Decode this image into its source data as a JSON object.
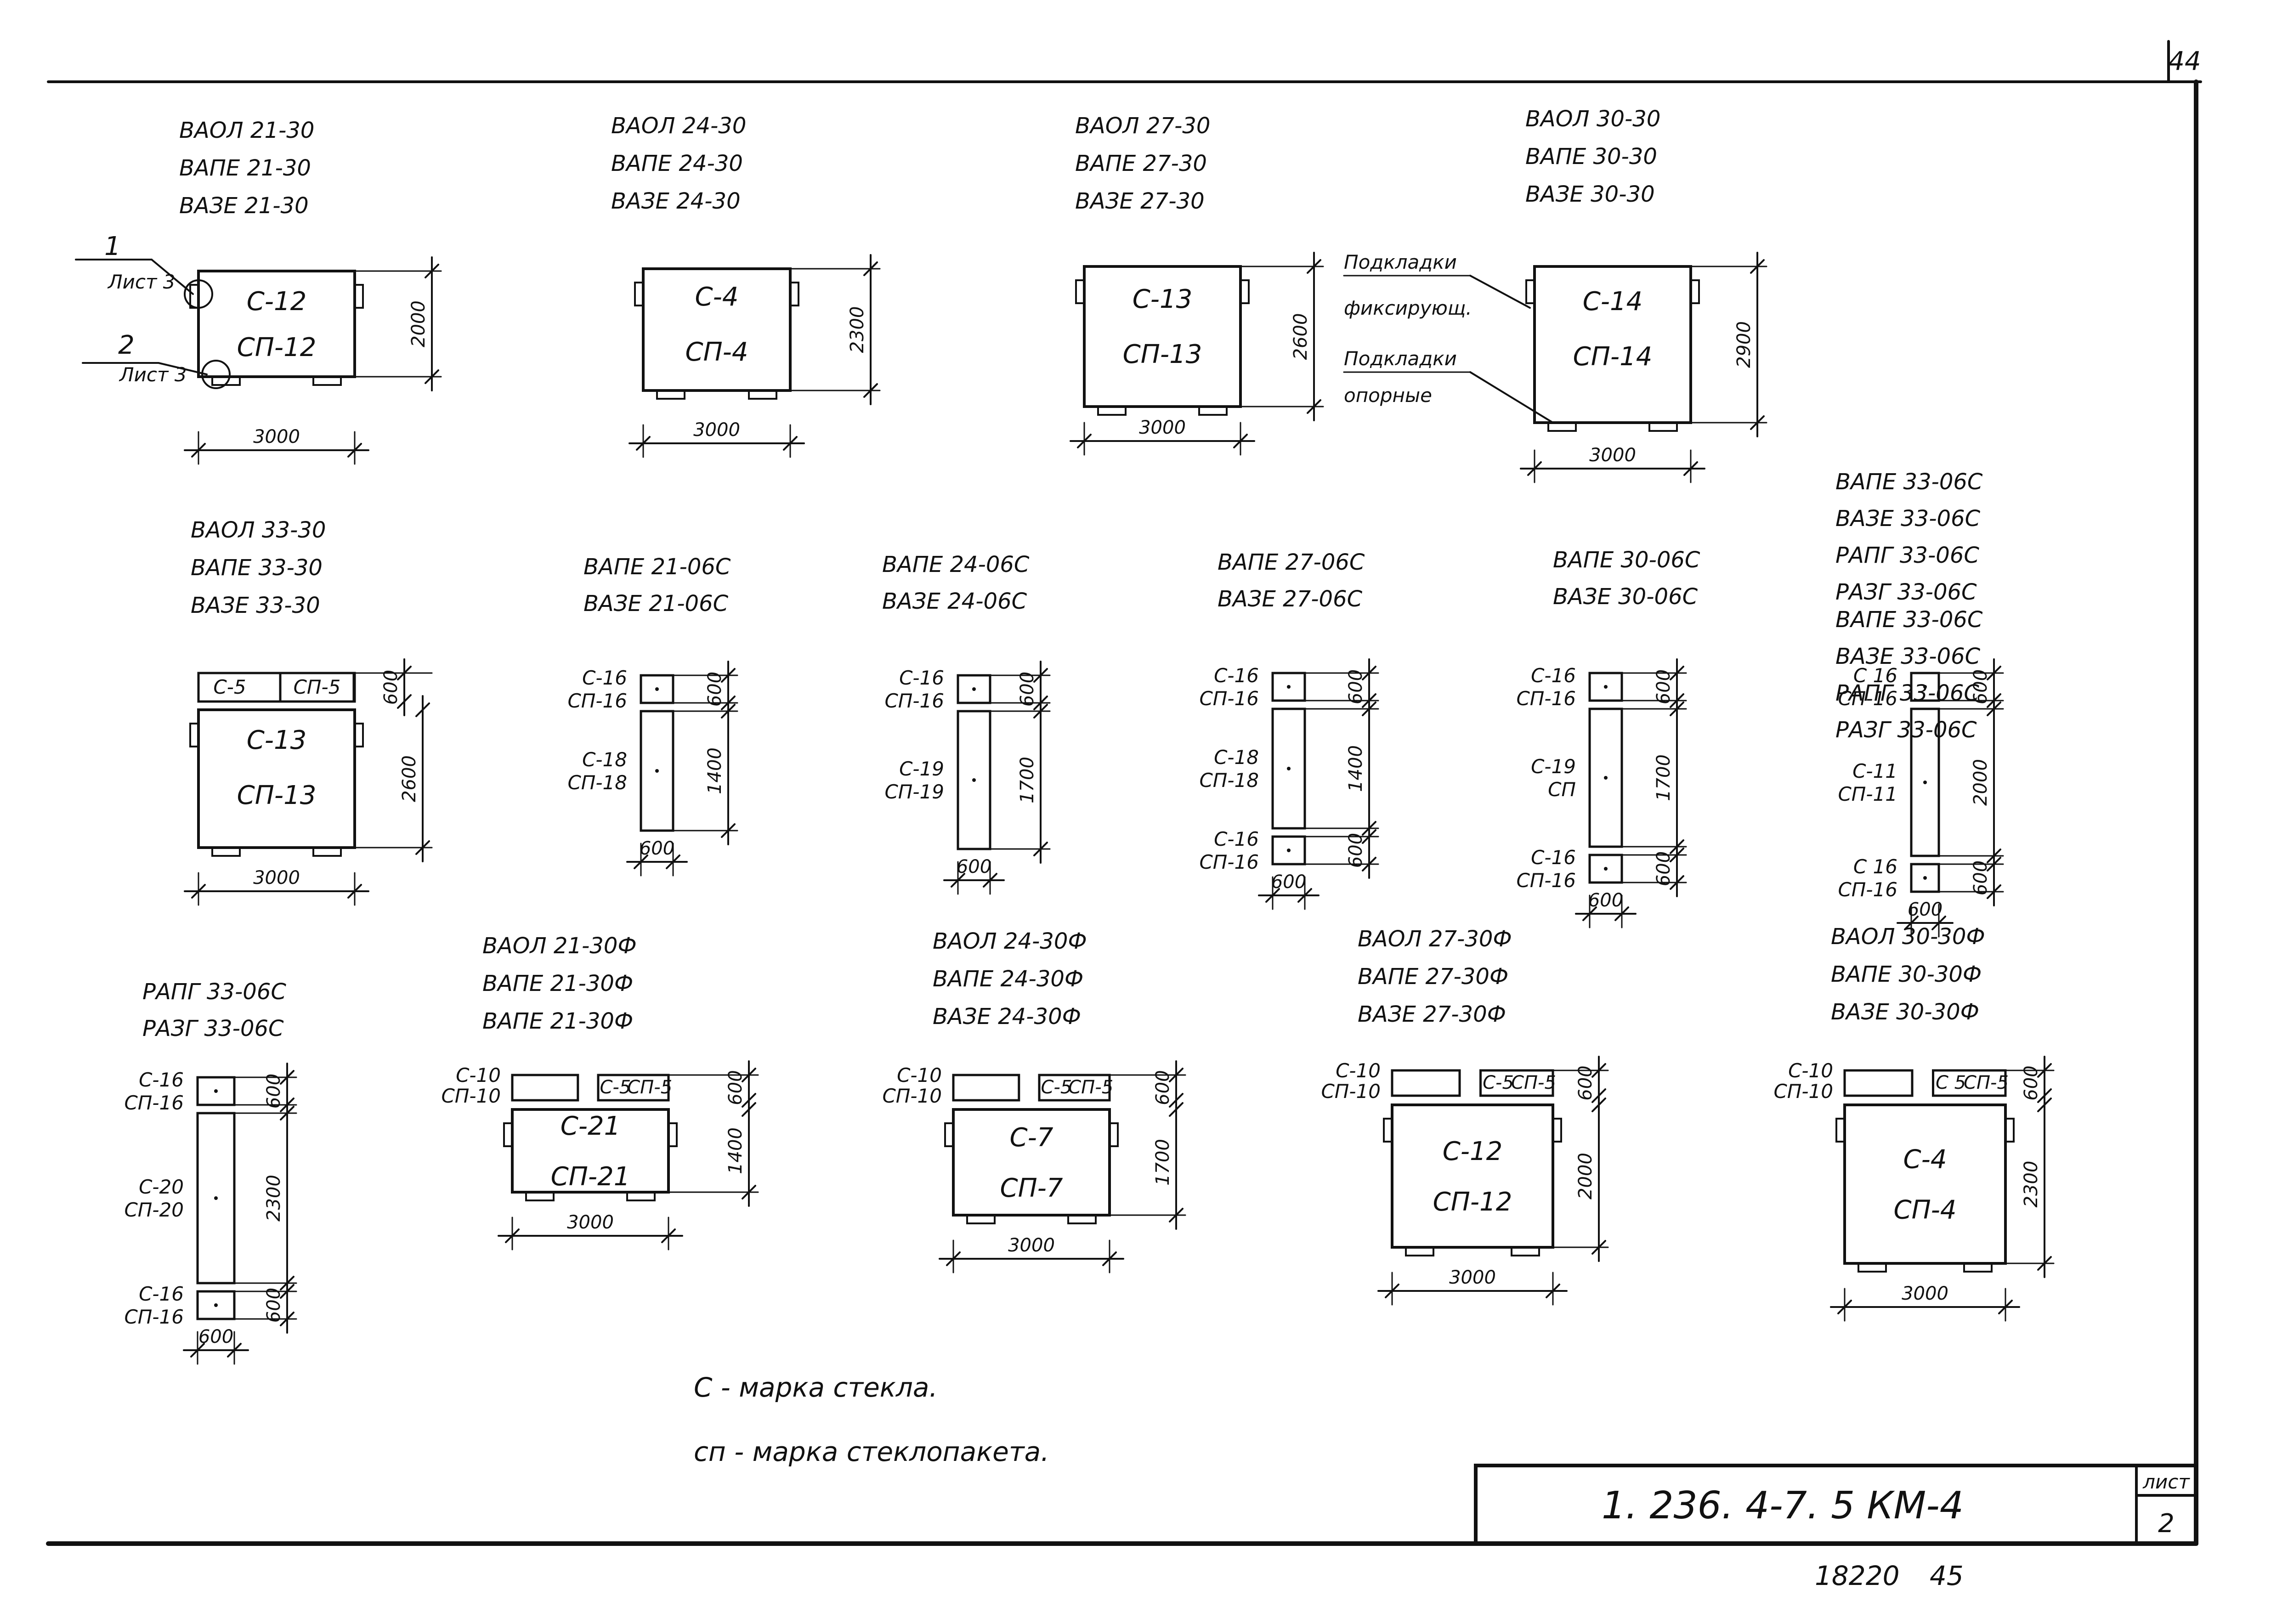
{
  "page_number": "44",
  "stamp": {
    "code": "1. 236. 4-7. 5 КМ-4",
    "sheet_label": "лист",
    "sheet_number": "2"
  },
  "footer_numbers": [
    "18220",
    "45"
  ],
  "notes": [
    "С - марка стекла.",
    "сп - марка стеклопакета."
  ],
  "callouts": {
    "one": "1",
    "two": "2",
    "sheet": "Лист 3",
    "pads_fix_1": "Подкладки",
    "pads_fix_2": "фиксирующ.",
    "pads_sup_1": "Подкладки",
    "pads_sup_2": "опорные"
  },
  "blocks": [
    {
      "titles": [
        "ВАОЛ 21-30",
        "ВАПЕ 21-30",
        "ВАЗЕ 21-30"
      ],
      "panes": [
        {
          "c": "С-12",
          "sp": "СП-12"
        }
      ],
      "dims": {
        "w": "3000",
        "h": [
          "2000"
        ]
      }
    },
    {
      "titles": [
        "ВАОЛ 24-30",
        "ВАПЕ 24-30",
        "ВАЗЕ 24-30"
      ],
      "panes": [
        {
          "c": "С-4",
          "sp": "СП-4"
        }
      ],
      "dims": {
        "w": "3000",
        "h": [
          "2300"
        ]
      }
    },
    {
      "titles": [
        "ВАОЛ 27-30",
        "ВАПЕ 27-30",
        "ВАЗЕ 27-30"
      ],
      "panes": [
        {
          "c": "С-13",
          "sp": "СП-13"
        }
      ],
      "dims": {
        "w": "3000",
        "h": [
          "2600"
        ]
      }
    },
    {
      "titles": [
        "ВАОЛ 30-30",
        "ВАПЕ 30-30",
        "ВАЗЕ 30-30"
      ],
      "panes": [
        {
          "c": "С-14",
          "sp": "СП-14"
        }
      ],
      "dims": {
        "w": "3000",
        "h": [
          "2900"
        ]
      }
    },
    {
      "titles": [
        "ВАОЛ 33-30",
        "ВАПЕ 33-30",
        "ВАЗЕ 33-30"
      ],
      "panes": [
        {
          "c": "С-5",
          "sp": "СП-5"
        },
        {
          "c": "С-13",
          "sp": "СП-13"
        }
      ],
      "dims": {
        "w": "3000",
        "h": [
          "600",
          "2600"
        ]
      }
    },
    {
      "titles": [
        "ВАПЕ 21-06С",
        "ВАЗЕ 21-06С"
      ],
      "panes": [
        {
          "c": "С-16",
          "sp": "СП-16"
        },
        {
          "c": "С-18",
          "sp": "СП-18"
        }
      ],
      "dims": {
        "w": "600",
        "h": [
          "600",
          "1400"
        ]
      }
    },
    {
      "titles": [
        "ВАПЕ 24-06С",
        "ВАЗЕ 24-06С"
      ],
      "panes": [
        {
          "c": "С-16",
          "sp": "СП-16"
        },
        {
          "c": "С-19",
          "sp": "СП-19"
        }
      ],
      "dims": {
        "w": "600",
        "h": [
          "600",
          "1700"
        ]
      }
    },
    {
      "titles": [
        "ВАПЕ 27-06С",
        "ВАЗЕ 27-06С"
      ],
      "panes": [
        {
          "c": "С-16",
          "sp": "СП-16"
        },
        {
          "c": "С-18",
          "sp": "СП-18"
        },
        {
          "c": "С-16",
          "sp": "СП-16"
        }
      ],
      "dims": {
        "w": "600",
        "h": [
          "600",
          "1400",
          "600"
        ]
      }
    },
    {
      "titles": [
        "ВАПЕ 30-06С",
        "ВАЗЕ 30-06С"
      ],
      "panes": [
        {
          "c": "С-16",
          "sp": "СП-16"
        },
        {
          "c": "С-19",
          "sp": "СП"
        },
        {
          "c": "С-16",
          "sp": "СП-16"
        }
      ],
      "dims": {
        "w": "600",
        "h": [
          "600",
          "1700",
          "600"
        ]
      }
    },
    {
      "titles": [
        "ВАПЕ 33-06С",
        "ВАЗЕ 33-06С",
        "РАПГ 33-06С",
        "РАЗГ 33-06С"
      ],
      "panes": [
        {
          "c": "С 16",
          "sp": "СП-16"
        },
        {
          "c": "С-11",
          "sp": "СП-11"
        },
        {
          "c": "С 16",
          "sp": "СП-16"
        }
      ],
      "dims": {
        "w": "600",
        "h": [
          "600",
          "2000",
          "600"
        ]
      }
    },
    {
      "titles": [
        "РАПГ 33-06С",
        "РАЗГ 33-06С"
      ],
      "panes": [
        {
          "c": "С-16",
          "sp": "СП-16"
        },
        {
          "c": "С-20",
          "sp": "СП-20"
        },
        {
          "c": "С-16",
          "sp": "СП-16"
        }
      ],
      "dims": {
        "w": "600",
        "h": [
          "600",
          "2300",
          "600"
        ]
      }
    },
    {
      "titles": [
        "ВАОЛ 21-30Ф",
        "ВАПЕ 21-30Ф",
        "ВАПЕ 21-30Ф"
      ],
      "panes": [
        {
          "c": "С-10",
          "sp": "СП-10"
        },
        {
          "c": "С-5",
          "sp": "СП-5"
        },
        {
          "c": "С-21",
          "sp": "СП-21"
        }
      ],
      "dims": {
        "w": "3000",
        "h": [
          "600",
          "1400"
        ]
      }
    },
    {
      "titles": [
        "ВАОЛ 24-30Ф",
        "ВАПЕ 24-30Ф",
        "ВАЗЕ 24-30Ф"
      ],
      "panes": [
        {
          "c": "С-10",
          "sp": "СП-10"
        },
        {
          "c": "С-5",
          "sp": "СП-5"
        },
        {
          "c": "С-7",
          "sp": "СП-7"
        }
      ],
      "dims": {
        "w": "3000",
        "h": [
          "600",
          "1700"
        ]
      }
    },
    {
      "titles": [
        "ВАОЛ 27-30Ф",
        "ВАПЕ 27-30Ф",
        "ВАЗЕ 27-30Ф"
      ],
      "panes": [
        {
          "c": "С-10",
          "sp": "СП-10"
        },
        {
          "c": "С-5",
          "sp": "СП-5"
        },
        {
          "c": "С-12",
          "sp": "СП-12"
        }
      ],
      "dims": {
        "w": "3000",
        "h": [
          "600",
          "2000"
        ]
      }
    },
    {
      "titles": [
        "ВАОЛ 30-30Ф",
        "ВАПЕ 30-30Ф",
        "ВАЗЕ 30-30Ф"
      ],
      "panes": [
        {
          "c": "С-10",
          "sp": "СП-10"
        },
        {
          "c": "С 5",
          "sp": "СП-5"
        },
        {
          "c": "С-4",
          "sp": "СП-4"
        }
      ],
      "dims": {
        "w": "3000",
        "h": [
          "600",
          "2300"
        ]
      }
    }
  ]
}
